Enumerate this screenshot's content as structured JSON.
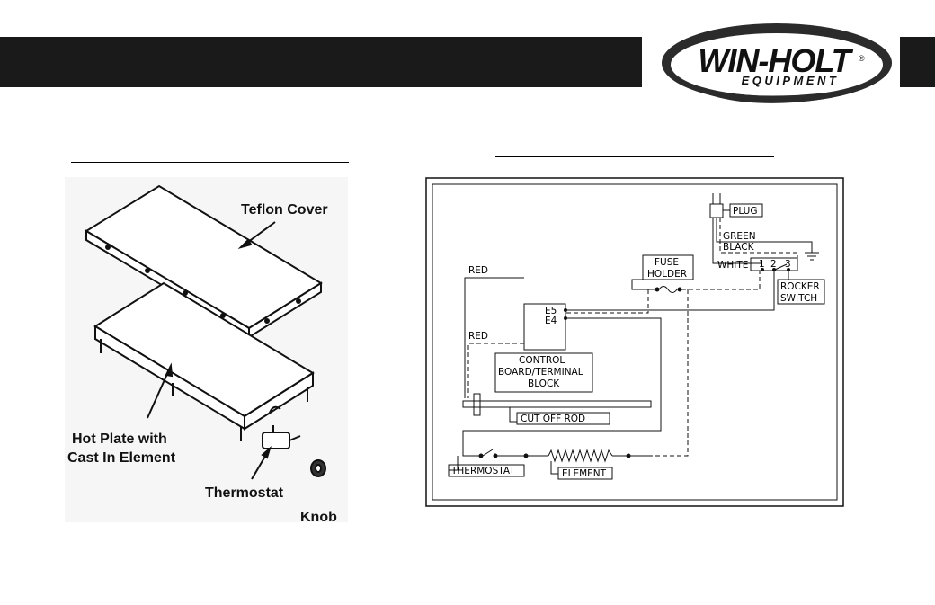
{
  "brand": {
    "name": "WIN-HOLT",
    "tagline": "EQUIPMENT",
    "registered": "®"
  },
  "exploded_view": {
    "labels": {
      "teflon_cover": "Teflon Cover",
      "hot_plate_line1": "Hot Plate with",
      "hot_plate_line2": "Cast In Element",
      "thermostat": "Thermostat",
      "knob": "Knob"
    }
  },
  "wiring": {
    "labels": {
      "plug": "PLUG",
      "green": "GREEN",
      "black": "BLACK",
      "white": "WHITE",
      "sw1": "1",
      "sw2": "2",
      "sw3": "3",
      "fuse_line1": "FUSE",
      "fuse_line2": "HOLDER",
      "rocker_line1": "ROCKER",
      "rocker_line2": "SWITCH",
      "red_top": "RED",
      "red_mid": "RED",
      "e5": "E5",
      "e4": "E4",
      "control_line1": "CONTROL",
      "control_line2": "BOARD/TERMINAL",
      "control_line3": "BLOCK",
      "cut_off_rod": "CUT OFF ROD",
      "thermostat": "THERMOSTAT",
      "element": "ELEMENT"
    }
  }
}
